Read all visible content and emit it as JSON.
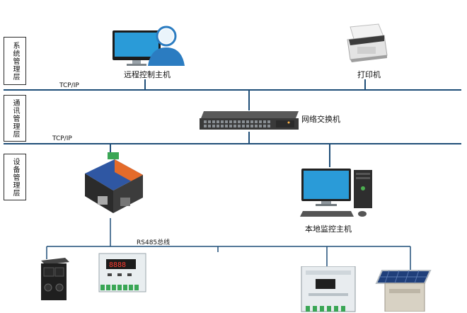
{
  "layers": {
    "system": "系统管理层",
    "communication": "通讯管理层",
    "device": "设备管理层"
  },
  "bus_labels": {
    "top": "TCP/IP",
    "middle": "TCP/IP",
    "field": "RS485总线"
  },
  "devices": {
    "remote_host": "远程控制主机",
    "printer": "打印机",
    "switch": "网络交换机",
    "local_host": "本地监控主机"
  },
  "colors": {
    "line": "#1f4e78",
    "device_text": "#111111",
    "panel_front": "#e8ecef",
    "monitor_blue": "#2a9bd8",
    "converter_blue": "#2f57a3",
    "converter_orange": "#e46b2a"
  }
}
